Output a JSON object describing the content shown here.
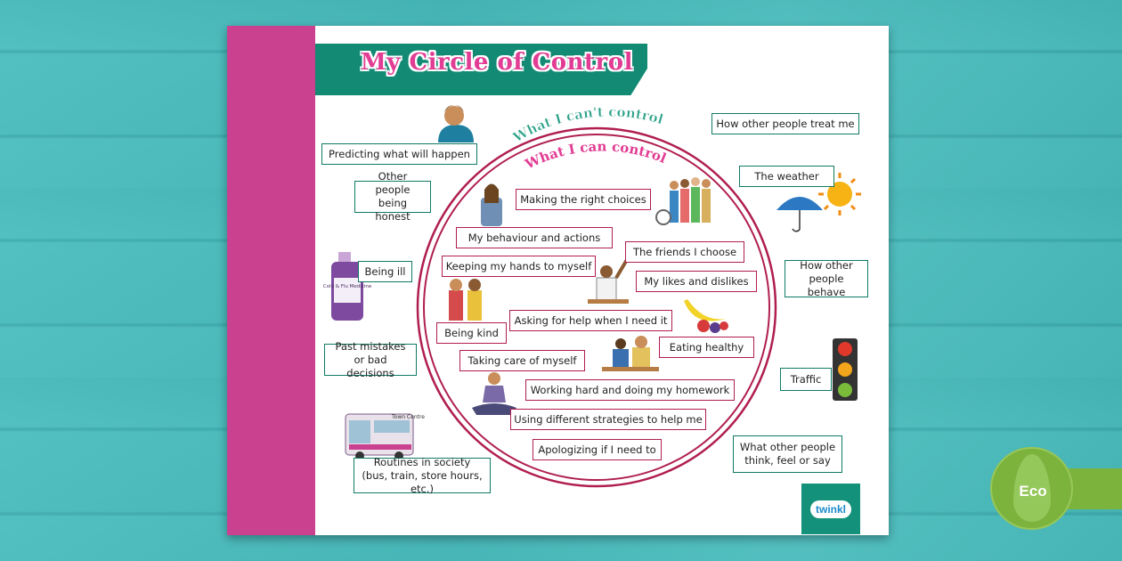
{
  "title": "My Circle of Control",
  "arc_labels": {
    "outer": "What I can't control",
    "inner": "What I can control"
  },
  "cant_control": [
    "Predicting what will happen",
    "Other people being honest",
    "Being ill",
    "Past mistakes or bad decisions",
    "Routines in society (bus, train, store hours, etc.)",
    "How other people treat me",
    "The weather",
    "How other people behave",
    "Traffic",
    "What other people think, feel or say"
  ],
  "can_control": [
    "Making the right choices",
    "My behaviour and actions",
    "The friends I choose",
    "Keeping my hands to myself",
    "My likes and dislikes",
    "Asking for help when I need it",
    "Being kind",
    "Eating healthy",
    "Taking care of myself",
    "Working hard and doing my homework",
    "Using different strategies to help me",
    "Apologizing if I need to"
  ],
  "medicine_label": "Cold & Flu Medicine",
  "bus_sign": "Town Centre",
  "brand": "twinkl",
  "eco_badge": "Eco",
  "colors": {
    "background": "#48babb",
    "pink_strip": "#c9418f",
    "title_banner": "#128a74",
    "title_text": "#e23d94",
    "circle": "#b01e4f",
    "eco_badge": "#7bb33d"
  },
  "icons": [
    "person-icon",
    "medicine-bottle-icon",
    "bus-icon",
    "umbrella-icon",
    "sun-icon",
    "traffic-light-icon",
    "fruit-icon",
    "kids-group-icon",
    "leaf-icon"
  ]
}
